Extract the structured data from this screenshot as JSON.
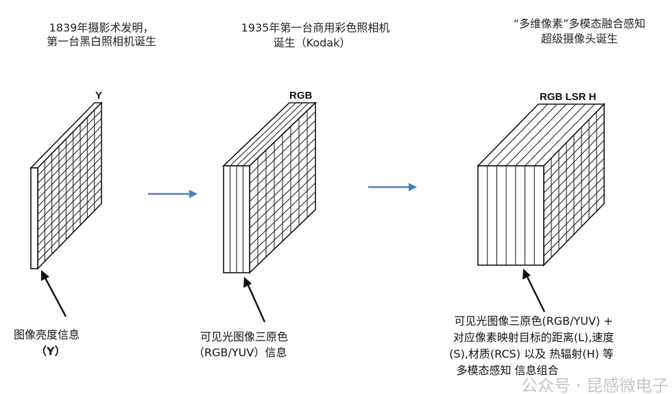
{
  "stages": [
    {
      "caption": [
        "1839年摄影术发明，",
        "第一台黑白照相机诞生"
      ],
      "channel_label": "Y",
      "description": [
        "图像亮度信息",
        "（Y）"
      ]
    },
    {
      "caption": [
        "1935年第一台商用彩色照相机",
        "诞生（Kodak）"
      ],
      "channel_label": "RGB",
      "description": [
        "可见光图像三原色",
        "（RGB/YUV）信息"
      ]
    },
    {
      "caption": [
        "“多维像素”多模态融合感知",
        "超级摄像头诞生"
      ],
      "channel_label": "RGB LSR H",
      "description": [
        "可见光图像三原色(RGB/YUV) +",
        "对应像素映射目标的距离(L),速度",
        "(S),材质(RCS) 以及 热辐射(H) 等",
        "多模态感知 信息组合"
      ]
    }
  ],
  "watermark": "公众号 · 昆感微电子",
  "colors": {
    "arrow": "#4a7ec0",
    "ink": "#111111"
  }
}
